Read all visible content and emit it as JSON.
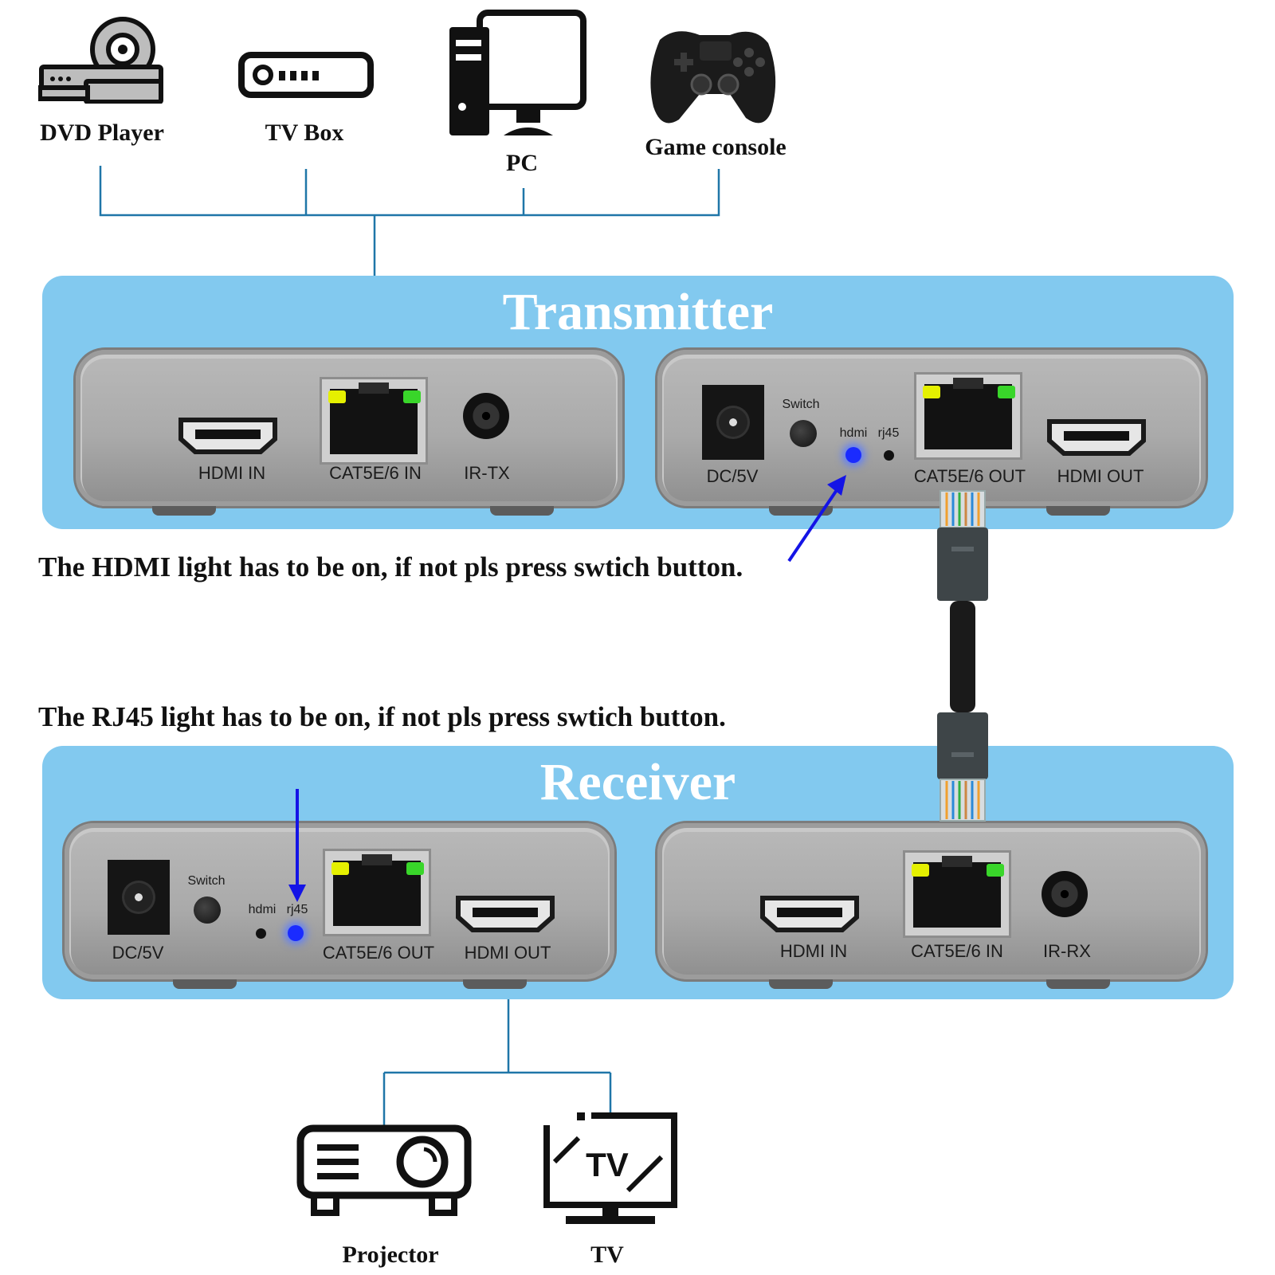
{
  "sources": [
    {
      "label": "DVD Player",
      "icon": "dvd-player-icon"
    },
    {
      "label": "TV Box",
      "icon": "tv-box-icon"
    },
    {
      "label": "PC",
      "icon": "pc-icon"
    },
    {
      "label": "Game console",
      "icon": "game-console-icon"
    }
  ],
  "outputs": [
    {
      "label": "Projector",
      "icon": "projector-icon"
    },
    {
      "label": "TV",
      "icon": "tv-icon",
      "screen_text": "TV"
    }
  ],
  "transmitter": {
    "title": "Transmitter",
    "left_unit": {
      "hdmi_in": "HDMI IN",
      "cat_in": "CAT5E/6 IN",
      "ir": "IR-TX"
    },
    "right_unit": {
      "dc": "DC/5V",
      "switch": "Switch",
      "hdmi_led": "hdmi",
      "rj45_led": "rj45",
      "cat_out": "CAT5E/6 OUT",
      "hdmi_out": "HDMI OUT"
    }
  },
  "receiver": {
    "title": "Receiver",
    "left_unit": {
      "dc": "DC/5V",
      "switch": "Switch",
      "hdmi_led": "hdmi",
      "rj45_led": "rj45",
      "cat_out": "CAT5E/6 OUT",
      "hdmi_out": "HDMI OUT"
    },
    "right_unit": {
      "hdmi_in": "HDMI IN",
      "cat_in": "CAT5E/6 IN",
      "ir": "IR-RX"
    }
  },
  "notes": {
    "hdmi": "The HDMI light has to be on, if not pls press swtich button.",
    "rj45": "The RJ45 light has to be on, if not pls press swtich button."
  },
  "colors": {
    "panel": "#82c9ef",
    "connector_line": "#1f76a8",
    "arrow": "#1414e6",
    "led_yellow": "#e5f000",
    "led_green": "#39d62a",
    "indicator_on": "#1a2bff"
  }
}
